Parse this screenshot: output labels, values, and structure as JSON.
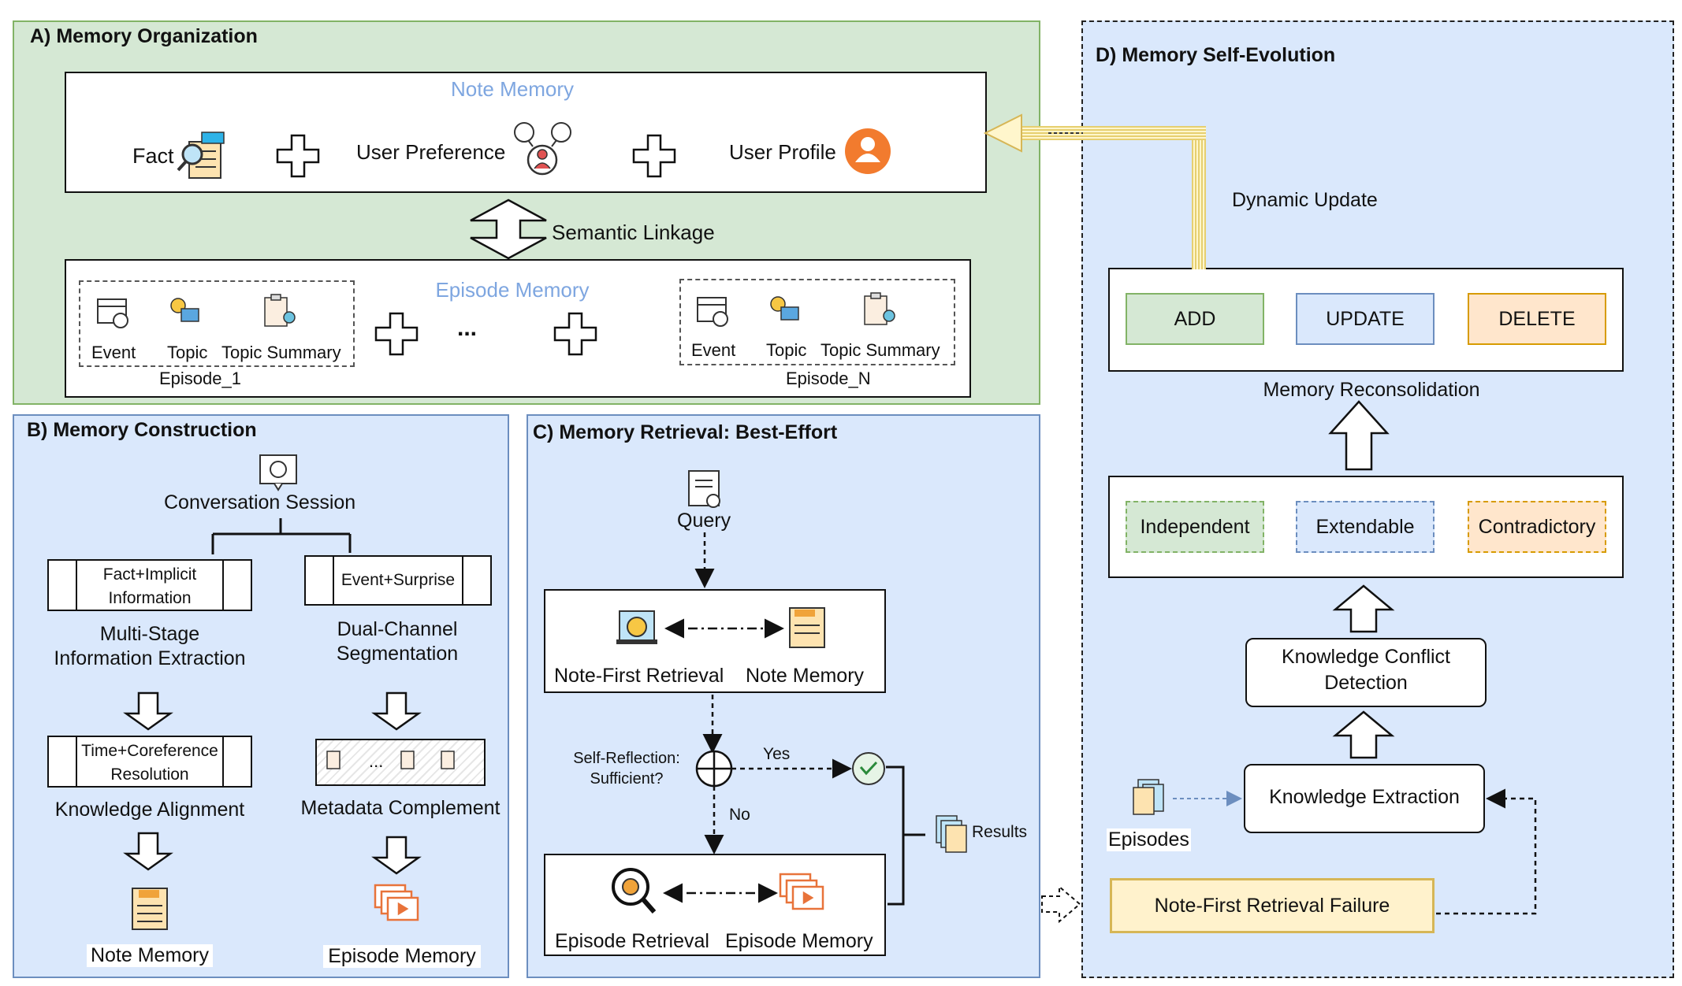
{
  "panels": {
    "a_title": "A) Memory Organization",
    "b_title": "B) Memory Construction",
    "c_title": "C) Memory Retrieval: Best-Effort",
    "d_title": "D) Memory Self-Evolution"
  },
  "organization": {
    "note_memory_title": "Note Memory",
    "fact": "Fact",
    "user_preference": "User Preference",
    "user_profile": "User Profile",
    "semantic_linkage": "Semantic  Linkage",
    "episode_memory_title": "Episode Memory",
    "event": "Event",
    "topic": "Topic",
    "topic_summary": "Topic Summary",
    "episode_1": "Episode_1",
    "episode_n": "Episode_N",
    "ellipsis": "..."
  },
  "construction": {
    "conversation_session": "Conversation Session",
    "fact_implicit_line1": "Fact+Implicit",
    "fact_implicit_line2": "Information",
    "multi_stage_line1": "Multi-Stage",
    "multi_stage_line2": "Information Extraction",
    "event_surprise": "Event+Surprise",
    "dual_channel_line1": "Dual-Channel",
    "dual_channel_line2": "Segmentation",
    "time_coref_line1": "Time+Coreference",
    "time_coref_line2": "Resolution",
    "knowledge_alignment": "Knowledge Alignment",
    "metadata_ellipsis": "...",
    "metadata_complement": "Metadata Complement",
    "note_memory": "Note Memory",
    "episode_memory": "Episode Memory"
  },
  "retrieval": {
    "query": "Query",
    "note_first_retrieval": "Note-First Retrieval",
    "note_memory": "Note Memory",
    "self_reflection_line1": "Self-Reflection:",
    "self_reflection_line2": "Sufficient?",
    "yes": "Yes",
    "no": "No",
    "results": "Results",
    "episode_retrieval": "Episode Retrieval",
    "episode_memory": "Episode Memory"
  },
  "evolution": {
    "dynamic_update": "Dynamic Update",
    "add": "ADD",
    "update": "UPDATE",
    "delete": "DELETE",
    "memory_reconsolidation": "Memory Reconsolidation",
    "independent": "Independent",
    "extendable": "Extendable",
    "contradictory": "Contradictory",
    "conflict_line1": "Knowledge Conflict",
    "conflict_line2": "Detection",
    "knowledge_extraction": "Knowledge Extraction",
    "episodes": "Episodes",
    "failure": "Note-First Retrieval Failure"
  },
  "colors": {
    "panel_a_bg": "#d5e8d4",
    "panel_a_border": "#82b366",
    "panel_blue_bg": "#dae8fc",
    "panel_blue_border": "#6c8ebf",
    "section_title_blue": "#7ea6e0",
    "add_fill": "#d5e8d4",
    "update_fill": "#dae8fc",
    "delete_fill": "#ffe6cc",
    "failure_fill": "#fff2cc",
    "failure_border": "#d6b656"
  },
  "icons": [
    "fact-icon",
    "user-preference-icon",
    "user-profile-icon",
    "calendar-icon",
    "topic-icon",
    "clipboard-icon",
    "conversation-icon",
    "note-icon",
    "episode-media-icon",
    "query-icon",
    "retrieval-icon",
    "search-gear-icon",
    "yes-check-icon",
    "results-docs-icon",
    "episodes-docs-icon"
  ]
}
